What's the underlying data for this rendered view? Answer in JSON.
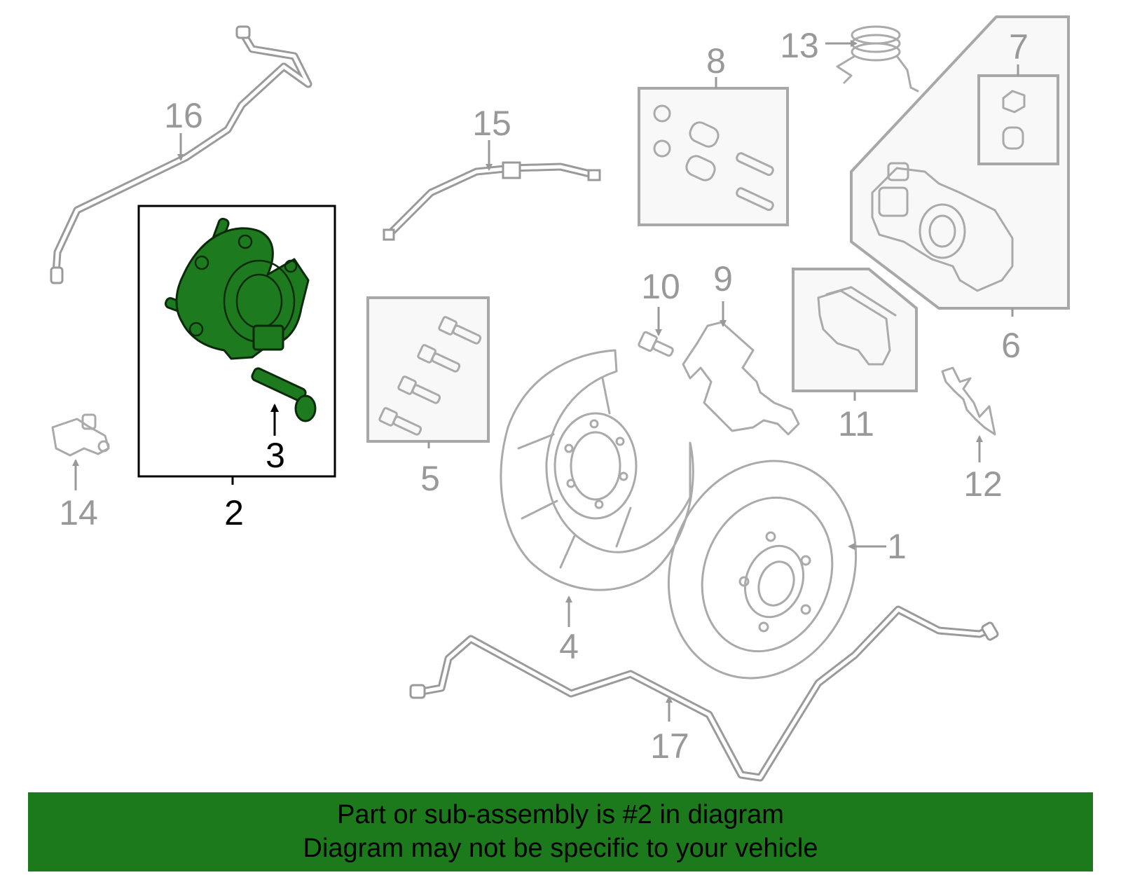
{
  "diagram": {
    "highlight_color": "#1e7a1e",
    "highlighted_part": "2",
    "callouts": [
      {
        "id": "c1",
        "label": "1"
      },
      {
        "id": "c2",
        "label": "2"
      },
      {
        "id": "c3",
        "label": "3"
      },
      {
        "id": "c4",
        "label": "4"
      },
      {
        "id": "c5",
        "label": "5"
      },
      {
        "id": "c6",
        "label": "6"
      },
      {
        "id": "c7",
        "label": "7"
      },
      {
        "id": "c8",
        "label": "8"
      },
      {
        "id": "c9",
        "label": "9"
      },
      {
        "id": "c10",
        "label": "10"
      },
      {
        "id": "c11",
        "label": "11"
      },
      {
        "id": "c12",
        "label": "12"
      },
      {
        "id": "c13",
        "label": "13"
      },
      {
        "id": "c14",
        "label": "14"
      },
      {
        "id": "c15",
        "label": "15"
      },
      {
        "id": "c16",
        "label": "16"
      },
      {
        "id": "c17",
        "label": "17"
      }
    ]
  },
  "banner": {
    "line1": "Part or sub-assembly is #2 in diagram",
    "line2": "Diagram may not be specific to your vehicle",
    "color": "#1c7a1c"
  }
}
